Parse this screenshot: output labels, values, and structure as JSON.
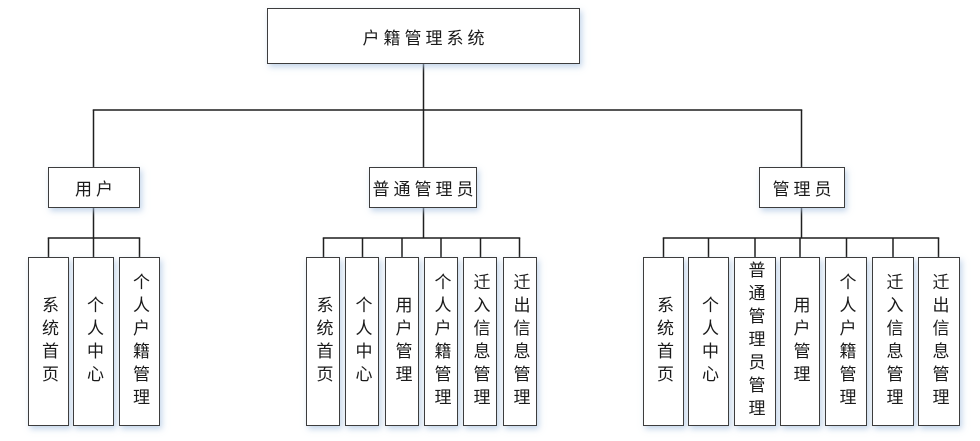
{
  "diagram": {
    "title": "户籍管理系统",
    "type": "hierarchy-tree",
    "colors": {
      "background": "#ffffff",
      "line": "#1f1f1f",
      "box_border": "#3d3d3d",
      "text": "#1a1a1a",
      "shadow": "#aac3e1"
    },
    "root": {
      "label": "户籍管理系统"
    },
    "groups": [
      {
        "label": "用户",
        "children": [
          "系统首页",
          "个人中心",
          "个人户籍管理"
        ]
      },
      {
        "label": "普通管理员",
        "children": [
          "系统首页",
          "个人中心",
          "用户管理",
          "个人户籍管理",
          "迁入信息管理",
          "迁出信息管理"
        ]
      },
      {
        "label": "管理员",
        "children": [
          "系统首页",
          "个人中心",
          "普通管理员管理",
          "用户管理",
          "个人户籍管理",
          "迁入信息管理",
          "迁出信息管理"
        ]
      }
    ]
  }
}
